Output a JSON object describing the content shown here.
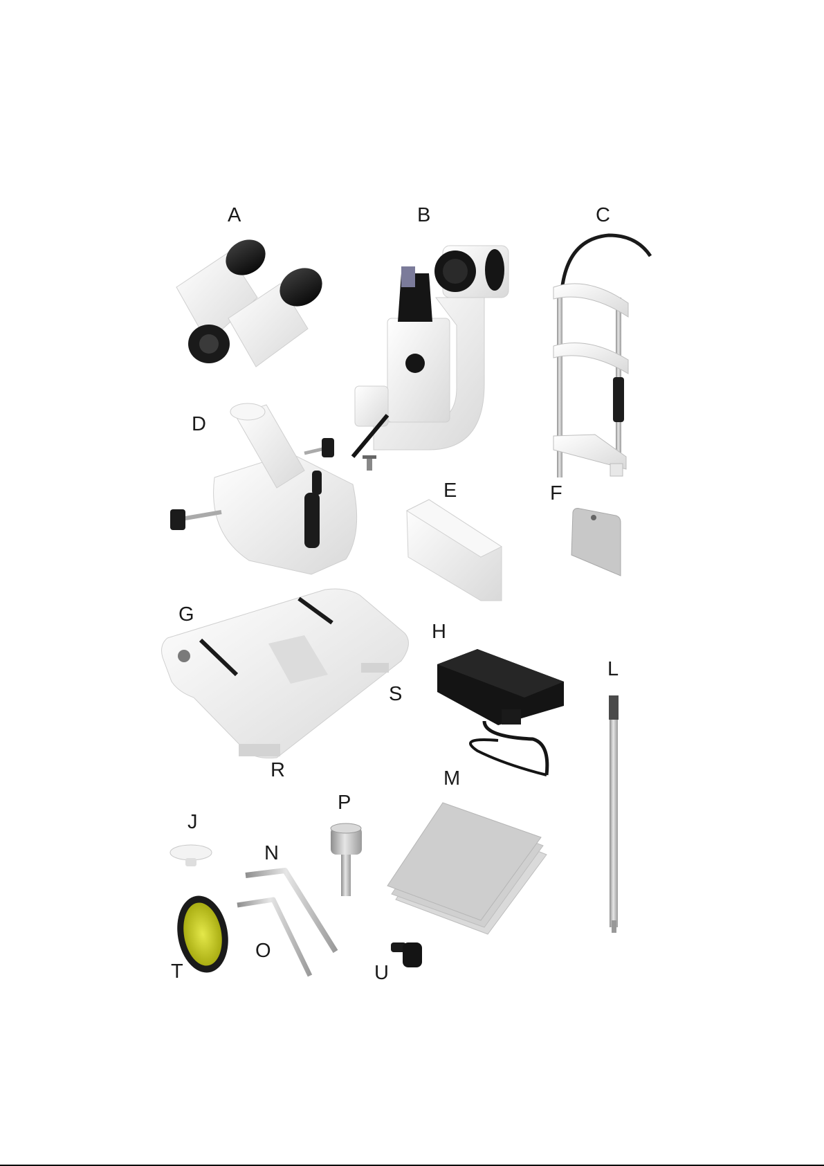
{
  "labels": {
    "A": "A",
    "B": "B",
    "C": "C",
    "D": "D",
    "E": "E",
    "F": "F",
    "G": "G",
    "H": "H",
    "S": "S",
    "L": "L",
    "R": "R",
    "M": "M",
    "P": "P",
    "J": "J",
    "N": "N",
    "T": "T",
    "O": "O",
    "U": "U"
  },
  "colors": {
    "body_white": "#f2f2f2",
    "shadow_grey": "#cfcfcf",
    "black_part": "#161616",
    "metal": "#b9b9b9",
    "filter_yellow": "#d8dc2a"
  }
}
